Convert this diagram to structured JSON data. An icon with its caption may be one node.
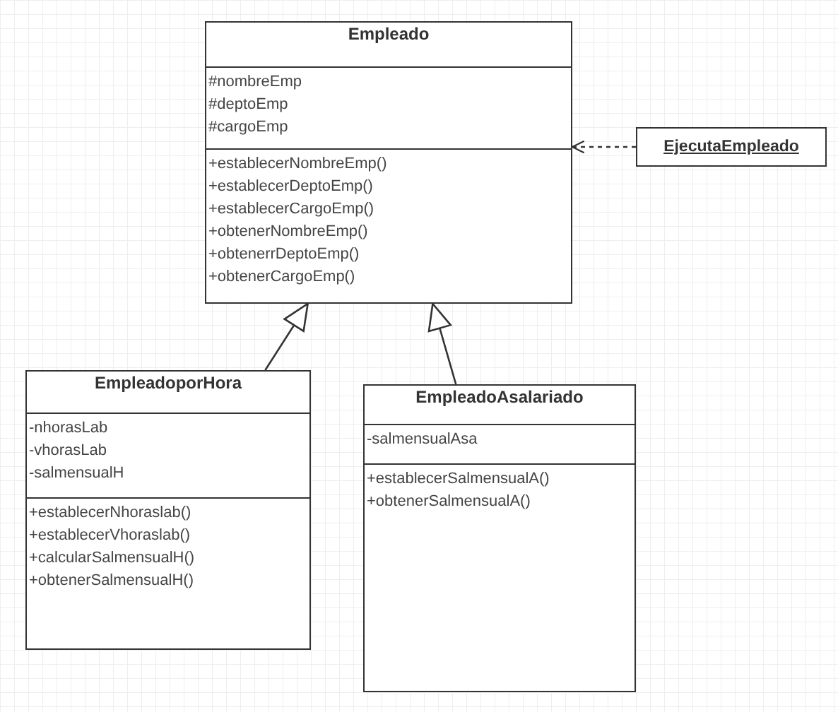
{
  "diagram": {
    "nodes": [
      {
        "text": [
          "Empleado"
        ]
      },
      {
        "text": [
          "#nombreEmp",
          "#deptoEmp",
          "#cargoEmp"
        ],
        "in": 0
      },
      {
        "text": [
          "+establecerNombreEmp()",
          "+establecerDeptoEmp()",
          "+establecerCargoEmp()",
          "+obtenerNombreEmp()",
          "+obtenerrDeptoEmp()",
          "+obtenerCargoEmp()"
        ],
        "in": 0
      },
      {
        "text": [
          "EjecutaEmpleado"
        ]
      },
      {
        "text": [
          "EmpleadoporHora"
        ]
      },
      {
        "text": [
          "-nhorasLab",
          "-vhorasLab",
          "-salmensualH"
        ],
        "in": 4
      },
      {
        "text": [
          "+establecerNhoraslab()",
          "+establecerVhoraslab()",
          "+calcularSalmensualH()",
          "+obtenerSalmensualH()"
        ],
        "in": 4
      },
      {
        "text": [
          "EmpleadoAsalariado"
        ]
      },
      {
        "text": [
          "-salmensualAsa"
        ],
        "in": 7
      },
      {
        "text": [
          "+establecerSalmensualA()",
          "+obtenerSalmensualA()"
        ],
        "in": 7
      }
    ],
    "edges": [
      {
        "from": 3,
        "to": 0,
        "arrow": "to",
        "style": "dashed"
      },
      {
        "from": 4,
        "to": 0,
        "arrow": "to"
      },
      {
        "from": 7,
        "to": 0,
        "arrow": "to"
      }
    ]
  }
}
